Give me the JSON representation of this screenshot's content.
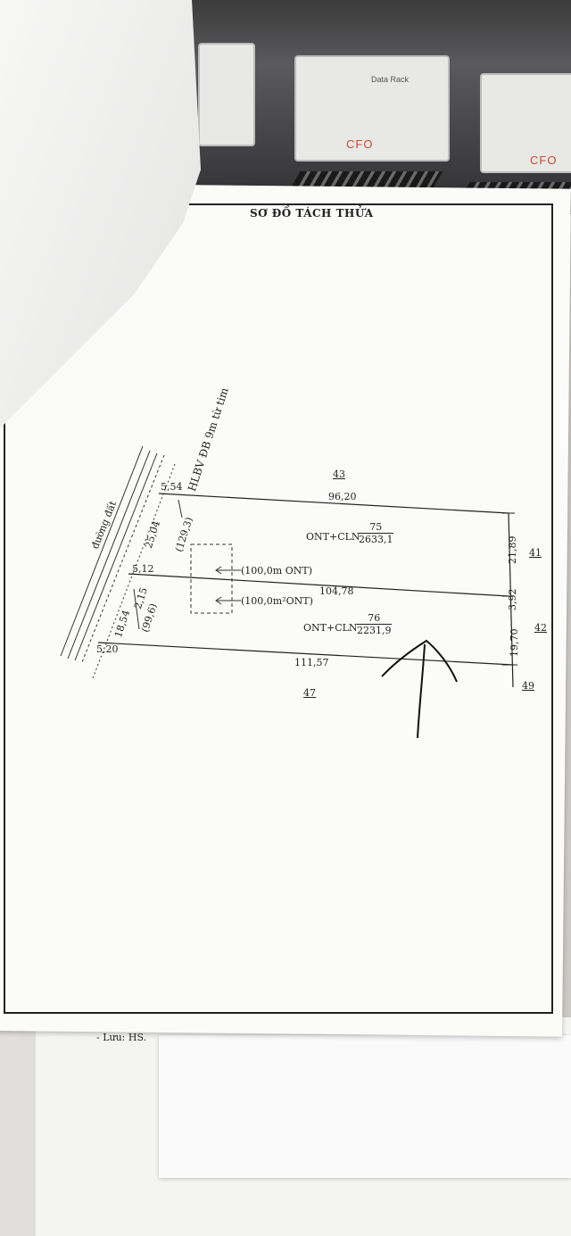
{
  "background": {
    "devices": [
      {
        "brand": "CFO",
        "sub_label": "Data Rack"
      },
      {
        "brand": "CFO",
        "sub_label": ""
      }
    ]
  },
  "plan": {
    "title": "SƠ ĐỒ TÁCH THỬA",
    "road_label": "đường đất",
    "setback_label": "HLBV ĐB 9m từ tim",
    "top_neighbor": "43",
    "bottom_neighbor": "47",
    "right_neighbors": [
      "41",
      "42",
      "49"
    ],
    "parcel_75": {
      "number": "75",
      "land_use": "ONT+CLN",
      "area": "2633,1"
    },
    "parcel_76": {
      "number": "76",
      "land_use": "ONT+CLN",
      "area": "2231,9"
    },
    "dimensions": {
      "top_edge": "96,20",
      "middle_edge": "104,78",
      "bottom_edge": "111,57",
      "right_upper": "21,89",
      "right_middle": "3,92",
      "right_lower": "19,70",
      "left_top": "5,54",
      "left_middle": "5,12",
      "left_bottom": "5,20",
      "road_upper": "25,04",
      "road_middle": "2,15",
      "road_lower": "18,54",
      "road_area_upper": "(129,3)",
      "road_area_lower": "(99,6)"
    },
    "ont_callouts": [
      "(100,0m ONT)",
      "(100,0m²ONT)"
    ]
  },
  "footer_note": "- Lưu: HS."
}
